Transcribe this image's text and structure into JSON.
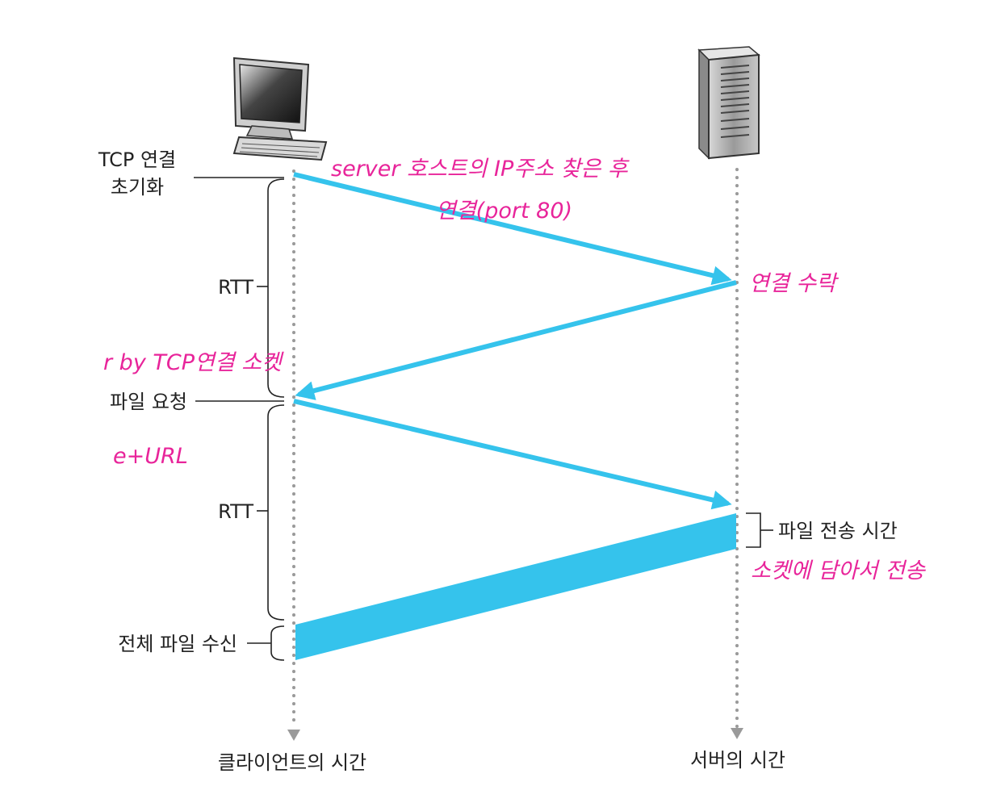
{
  "labels": {
    "tcp_init_line1": "TCP 연결",
    "tcp_init_line2": "초기화",
    "rtt_1": "RTT",
    "file_request": "파일 요청",
    "rtt_2": "RTT",
    "file_transfer_time": "파일 전송 시간",
    "full_file_receive": "전체 파일 수신",
    "client_time": "클라이언트의 시간",
    "server_time": "서버의 시간"
  },
  "annotations": {
    "server_ip_line1": "server 호스트의 IP주소 찾은 후",
    "server_ip_line2": "연결(port 80)",
    "accept": "연결 수락",
    "by_tcp_socket": "r by TCP연결 소켓",
    "plus_url": "e+URL",
    "socket_send": "소켓에 담아서 전송"
  },
  "colors": {
    "arrow": "#35c3ec",
    "annotation": "#e8249a",
    "text": "#222222",
    "timeline": "#9a9a9a"
  },
  "icons": {
    "client": "desktop-computer-icon",
    "server": "server-tower-icon"
  }
}
